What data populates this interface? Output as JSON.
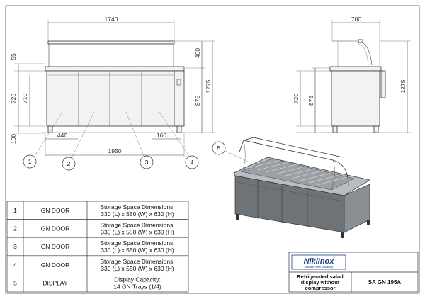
{
  "dimensions": {
    "front_width_top": "1740",
    "front_width_bottom": "1950",
    "leg_left": "440",
    "leg_right": "160",
    "left_55": "55",
    "left_720": "720",
    "left_710": "710",
    "left_100": "100",
    "right_400": "400",
    "right_875": "875",
    "right_1275": "1275",
    "side_width": "700",
    "side_720": "720",
    "side_875": "875",
    "side_1275": "1275"
  },
  "callouts": [
    "1",
    "2",
    "3",
    "4",
    "5"
  ],
  "parts_table": [
    {
      "num": "1",
      "name": "GN DOOR",
      "desc1": "Storage Space Dimensions:",
      "desc2": "330 (L) x 550 (W) x 630 (H)"
    },
    {
      "num": "2",
      "name": "GN DOOR",
      "desc1": "Storage Space Dimensions:",
      "desc2": "330 (L) x 550 (W) x 630 (H)"
    },
    {
      "num": "3",
      "name": "GN DOOR",
      "desc1": "Storage Space Dimensions:",
      "desc2": "330 (L) x 550 (W) x 630 (H)"
    },
    {
      "num": "4",
      "name": "GN DOOR",
      "desc1": "Storage Space Dimensions:",
      "desc2": "330 (L) x 550 (W) x 630 (H)"
    },
    {
      "num": "5",
      "name": "DISPLAY",
      "desc1": "Display Capacity:",
      "desc2": "14 GN Trays (1/4)"
    }
  ],
  "title_block": {
    "logo": "NikiInox",
    "logo_sub": "Stainless Steel Machinery",
    "product_line1": "Refrigerated salad",
    "product_line2": "display without",
    "product_line3": "compressor",
    "model": "SA GN 195A"
  },
  "colors": {
    "line": "#333333",
    "logo_blue": "#1a3f8f",
    "body_gray": "#6e7378"
  }
}
